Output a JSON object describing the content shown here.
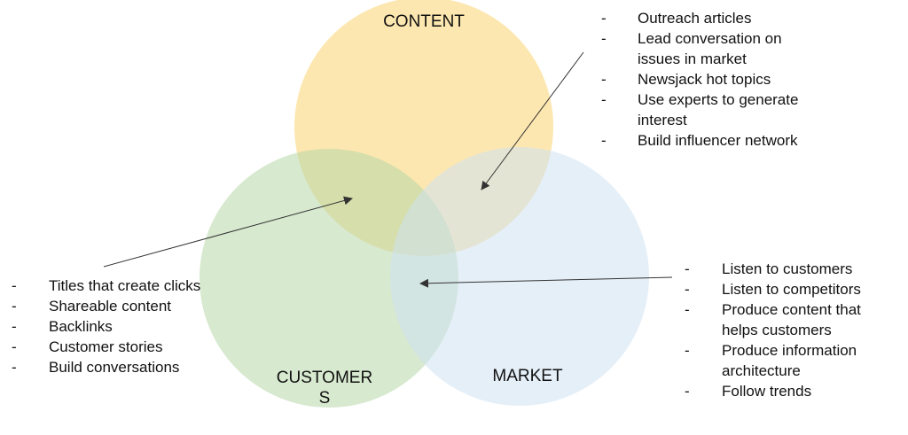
{
  "circles": {
    "content": {
      "label": "CONTENT",
      "color": "#fde3a7"
    },
    "customers": {
      "label": "CUSTOMER\nS",
      "color": "#d9ead3"
    },
    "market": {
      "label": "MARKET",
      "color": "#dceaf7"
    }
  },
  "content_market_overlap": {
    "items": [
      "Outreach articles",
      "Lead conversation on issues in market",
      "Newsjack hot topics",
      "Use experts to generate interest",
      "Build influencer network"
    ]
  },
  "customers_content_overlap": {
    "items": [
      "Titles that create clicks",
      "Shareable content",
      "Backlinks",
      "Customer stories",
      "Build conversations"
    ]
  },
  "customers_market_overlap": {
    "items": [
      "Listen to customers",
      "Listen to competitors",
      "Produce content that helps customers",
      "Produce information architecture",
      "Follow trends"
    ]
  }
}
